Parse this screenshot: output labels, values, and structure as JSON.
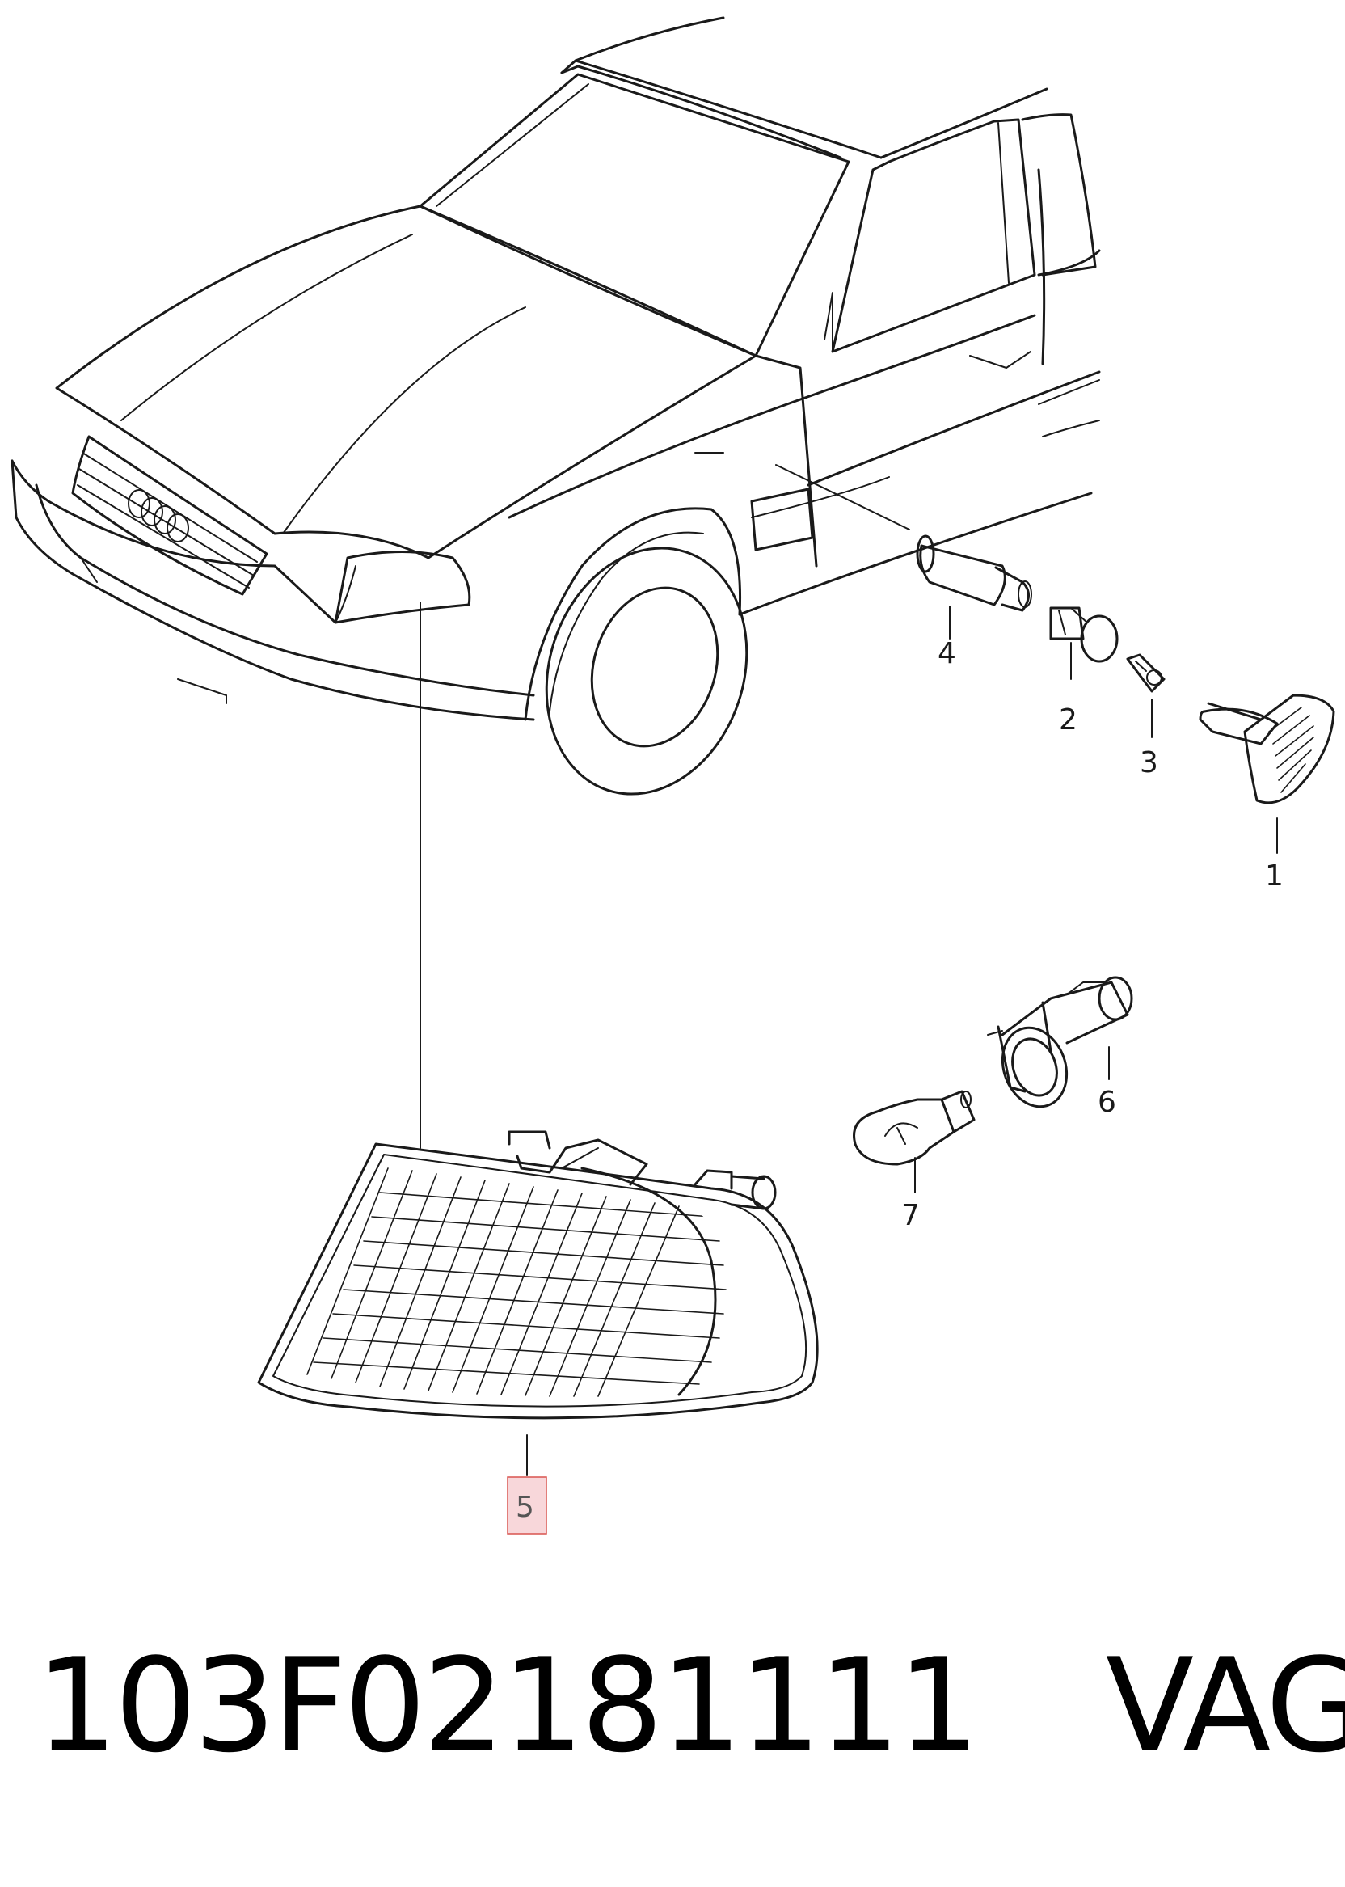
{
  "diagram": {
    "callouts": [
      {
        "id": "1",
        "label": "1"
      },
      {
        "id": "2",
        "label": "2"
      },
      {
        "id": "3",
        "label": "3"
      },
      {
        "id": "4",
        "label": "4"
      },
      {
        "id": "5",
        "label": "5",
        "highlighted": true
      },
      {
        "id": "6",
        "label": "6"
      },
      {
        "id": "7",
        "label": "7"
      }
    ],
    "highlight_color": "#f8d7da",
    "highlight_border": "#d9534f"
  },
  "caption": {
    "part_number": "103F02181111",
    "brand": "VAG"
  }
}
